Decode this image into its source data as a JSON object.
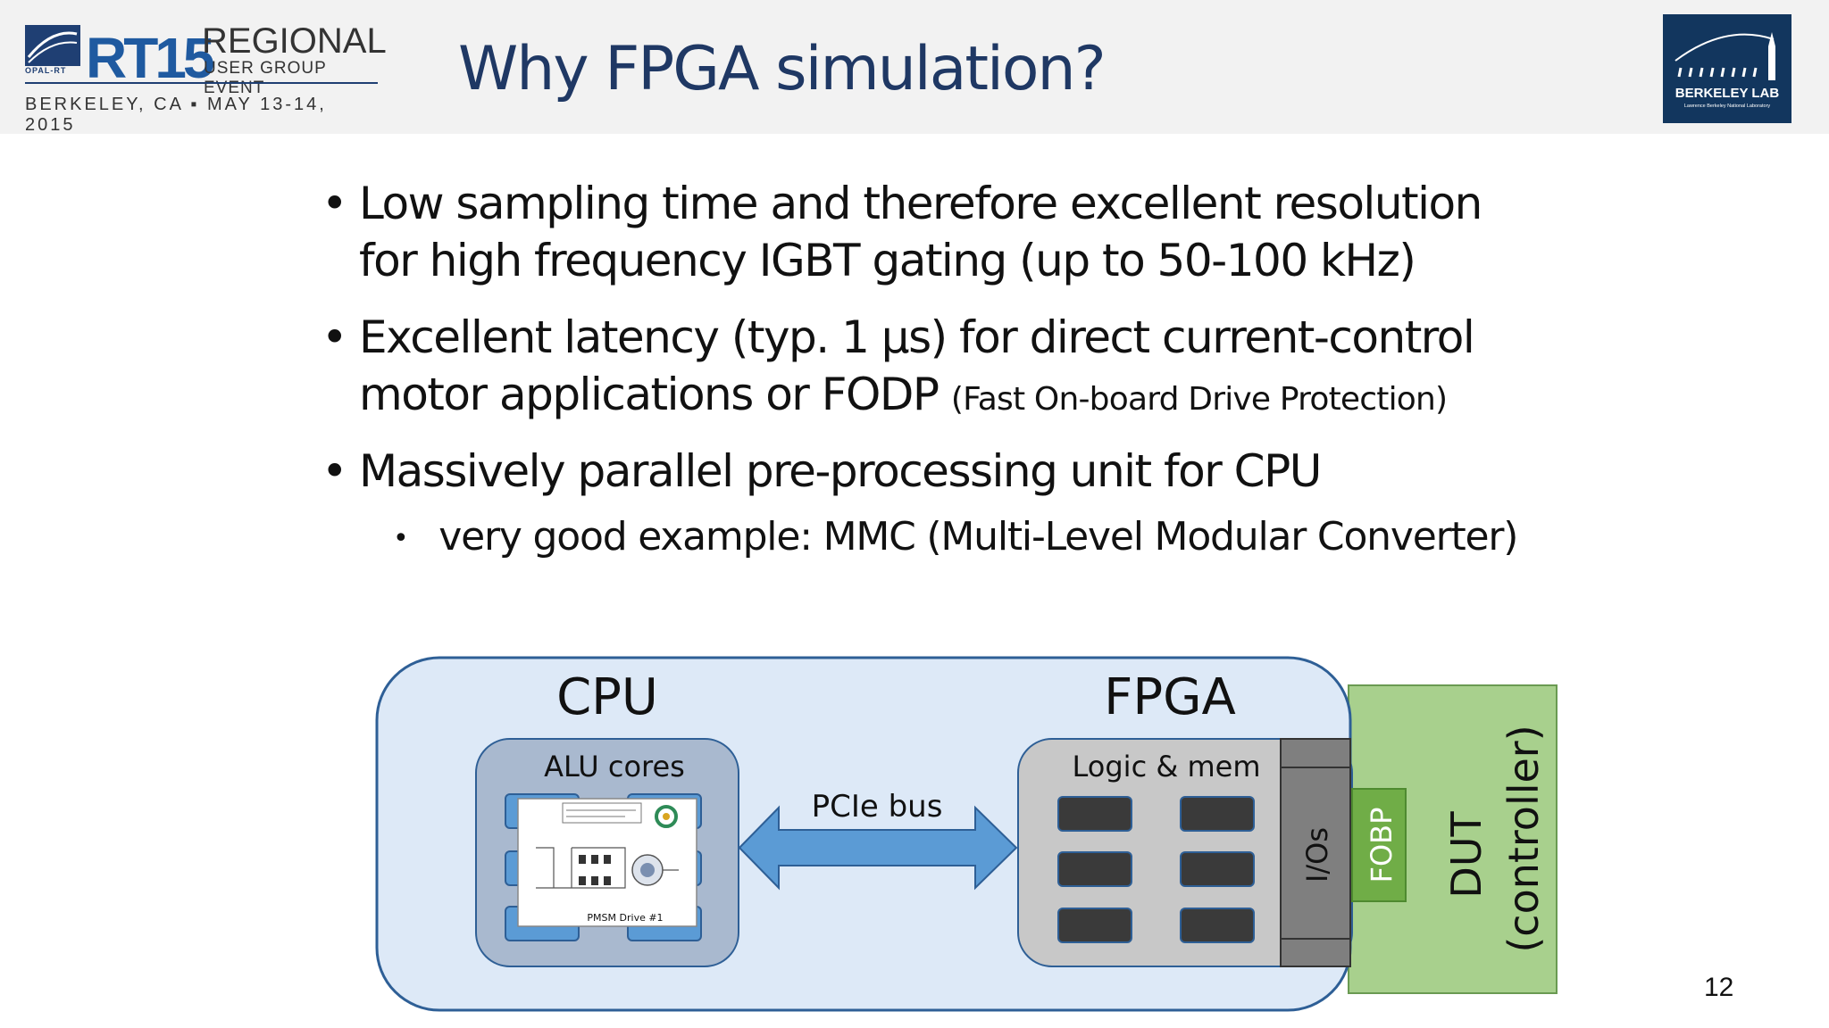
{
  "header": {
    "logo_rt": "RT15",
    "logo_regional": "REGIONAL",
    "logo_user_group": "USER GROUP EVENT",
    "logo_opal": "OPAL-RT",
    "logo_date": "BERKELEY, CA ▪ MAY 13-14, 2015",
    "title": "Why FPGA simulation?",
    "lab_name": "BERKELEY LAB",
    "lab_subtitle": "Lawrence Berkeley National Laboratory"
  },
  "bullets": [
    {
      "line1": "Low sampling time and therefore excellent resolution",
      "line2": "for high frequency IGBT gating (up to 50-100 kHz)"
    },
    {
      "line1": "Excellent latency (typ. 1 µs) for direct current-control",
      "line2": "motor applications or FODP",
      "line2_small": "(Fast On-board Drive Protection)"
    },
    {
      "line1": "Massively parallel pre-processing unit for CPU",
      "sub": "very good example: MMC (Multi-Level Modular Converter)"
    }
  ],
  "diagram": {
    "cpu_label": "CPU",
    "fpga_label": "FPGA",
    "alu_label": "ALU cores",
    "logic_label": "Logic & mem",
    "bus_label": "PCIe bus",
    "ios_label": "I/Os",
    "fobp_label": "FOBP",
    "dut_label": "DUT",
    "controller_label": "(controller)",
    "inset_caption": "PMSM Drive #1",
    "colors": {
      "outer_fill": "#dde9f7",
      "outer_stroke": "#2e5f96",
      "alu_fill": "#a9b9cf",
      "logic_fill": "#c8c8c8",
      "core_fill": "#5b9bd5",
      "mem_fill": "#3a3a3a",
      "dut_fill": "#a8d08d",
      "fobp_fill": "#70ad47"
    }
  },
  "page_number": "12"
}
